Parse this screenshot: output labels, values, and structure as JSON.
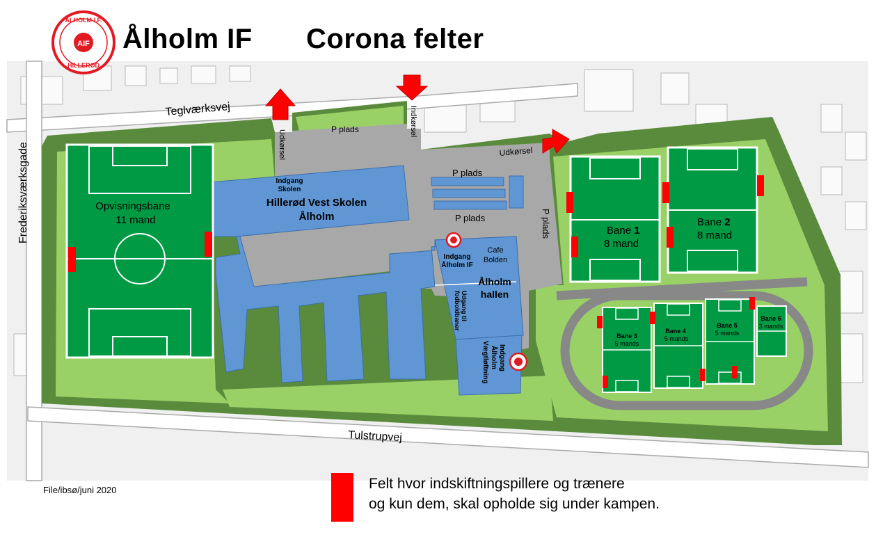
{
  "header": {
    "club": "Ålholm IF",
    "title": "Corona felter",
    "logo": {
      "top": "ÅLHOLM I.F.",
      "center": "AIF",
      "bottom": "HILLERØD"
    }
  },
  "streets": {
    "north": "Teglværksvej",
    "west": "Frederiksværksgade",
    "south": "Tulstrupvej"
  },
  "access": {
    "exit_west": "Udkørsel",
    "entry": "Indkørsel",
    "exit_east": "Udkørsel"
  },
  "parking": {
    "north": "P plads",
    "center_top": "P plads",
    "center_bottom": "P plads",
    "east": "P plads"
  },
  "fields": {
    "warmup": {
      "line1": "Opvisningsbane",
      "line2": "11 mand"
    },
    "bane1": {
      "name": "Bane",
      "num": "1",
      "size": "8 mand"
    },
    "bane2": {
      "name": "Bane",
      "num": "2",
      "size": "8 mand"
    },
    "bane3": {
      "name": "Bane 3",
      "size": "5 mands"
    },
    "bane4": {
      "name": "Bane 4",
      "size": "5 mands"
    },
    "bane5": {
      "name": "Bane 5",
      "size": "5 mands"
    },
    "bane6": {
      "name": "Bane 6",
      "size": "3 mands"
    }
  },
  "buildings": {
    "school_entrance": {
      "line1": "Indgang",
      "line2": "Skolen"
    },
    "school": {
      "line1": "Hillerød Vest Skolen",
      "line2": "Ålholm"
    },
    "club_entrance": {
      "line1": "Indgang",
      "line2": "Ålholm IF"
    },
    "cafe": {
      "line1": "Cafe",
      "line2": "Bolden"
    },
    "hall": {
      "line1": "Ålholm",
      "line2": "hallen"
    },
    "football_entrance": {
      "line1": "Udgang til",
      "line2": "fodboldbaner"
    },
    "gym_entrance": {
      "line1": "Indgang",
      "line2": "Ålholm",
      "line3": "Vægtløftning"
    }
  },
  "credit": "File/ibsø/juni 2020",
  "legend": {
    "line1": "Felt hvor indskiftningspillere og trænere",
    "line2": "og kun dem, skal opholde sig under kampen."
  },
  "colors": {
    "dark_green": "#5a8b3d",
    "light_green": "#99d166",
    "pitch_green": "#009a44",
    "building_blue": "#6096d3",
    "road_gray": "#a8a8a8",
    "track_gray": "#888888",
    "marker_red": "#ff0000"
  }
}
